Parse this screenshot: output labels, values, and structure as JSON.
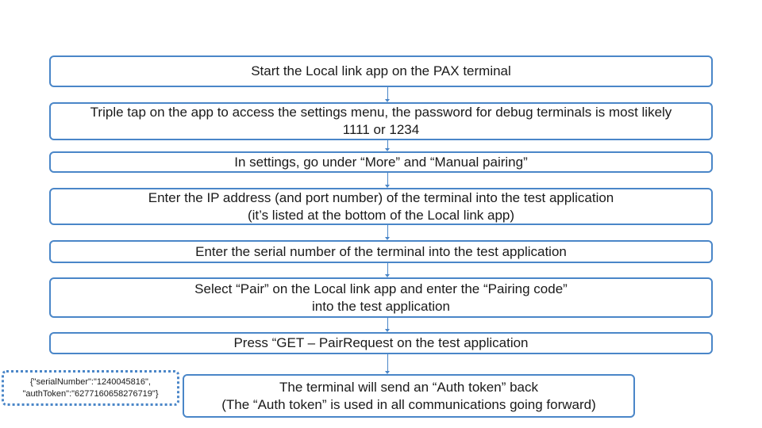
{
  "steps": [
    {
      "text": "Start the Local link app on the PAX terminal"
    },
    {
      "text": "Triple tap on the app to access the settings menu, the password for debug terminals is most likely\n1111 or 1234"
    },
    {
      "text": "In settings, go under “More” and “Manual pairing”"
    },
    {
      "text": "Enter the IP address (and port number) of the terminal into the test application\n(it’s listed at the bottom of the Local link app)"
    },
    {
      "text": "Enter the serial number of the terminal into the test application"
    },
    {
      "text": "Select “Pair” on the Local link app and enter the “Pairing code”\ninto the test application"
    },
    {
      "text": "Press “GET – PairRequest on the test application"
    },
    {
      "text": "The terminal will send an “Auth token” back\n(The “Auth token” is used in all communications going forward)"
    }
  ],
  "response_example": {
    "text": "{\"serialNumber\":\"1240045816\",\n\"authToken\":\"6277160658276719\"}"
  },
  "colors": {
    "border": "#4a86c8",
    "text": "#1a1a1a"
  }
}
